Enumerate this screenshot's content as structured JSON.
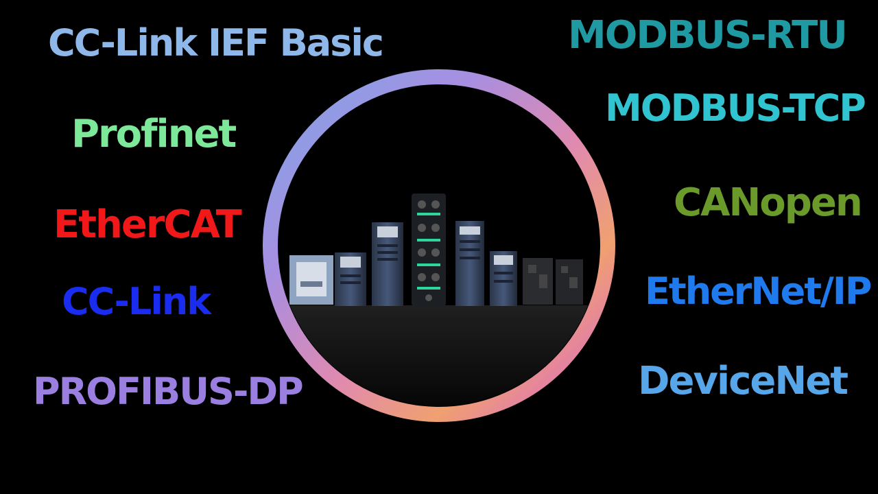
{
  "protocols": {
    "cc_link_ief_basic": {
      "label": "CC-Link IEF Basic",
      "color": "#8fb8ea"
    },
    "profinet": {
      "label": "Profinet",
      "color": "#7ee89a"
    },
    "ethercat": {
      "label": "EtherCAT",
      "color": "#f01818"
    },
    "cc_link": {
      "label": "CC-Link",
      "color": "#1a2cf0"
    },
    "profibus_dp": {
      "label": "PROFIBUS-DP",
      "color": "#9a7fe0"
    },
    "modbus_rtu": {
      "label": "MODBUS-RTU",
      "color": "#1f9aa3"
    },
    "modbus_tcp": {
      "label": "MODBUS-TCP",
      "color": "#2fc4d0"
    },
    "canopen": {
      "label": "CANopen",
      "color": "#6a9a2a"
    },
    "ethernet_ip": {
      "label": "EtherNet/IP",
      "color": "#1f7aee"
    },
    "devicenet": {
      "label": "DeviceNet",
      "color": "#57a6ea"
    }
  },
  "ring": {
    "gradient_colors": [
      "#7ea6e8",
      "#a88ee0",
      "#e08ab0",
      "#f0a070",
      "#e07ab0",
      "#9a8ee0"
    ]
  },
  "devices": {
    "accent_color": "#2ed69a",
    "body_color": "#3a4a62"
  }
}
